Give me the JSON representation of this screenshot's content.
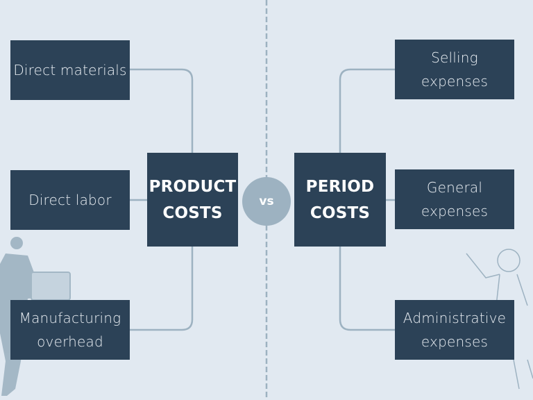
{
  "left": {
    "title_line1": "PRODUCT",
    "title_line2": "COSTS",
    "items": [
      {
        "line1": "Direct materials",
        "line2": ""
      },
      {
        "line1": "Direct labor",
        "line2": ""
      },
      {
        "line1": "Manufacturing",
        "line2": "overhead"
      }
    ]
  },
  "center": {
    "label": "vs"
  },
  "right": {
    "title_line1": "PERIOD",
    "title_line2": "COSTS",
    "items": [
      {
        "line1": "Selling",
        "line2": "expenses"
      },
      {
        "line1": "General",
        "line2": "expenses"
      },
      {
        "line1": "Administrative",
        "line2": "expenses"
      }
    ]
  },
  "colors": {
    "background": "#e1e9f1",
    "box": "#2c4257",
    "connector": "#9db2c1"
  }
}
